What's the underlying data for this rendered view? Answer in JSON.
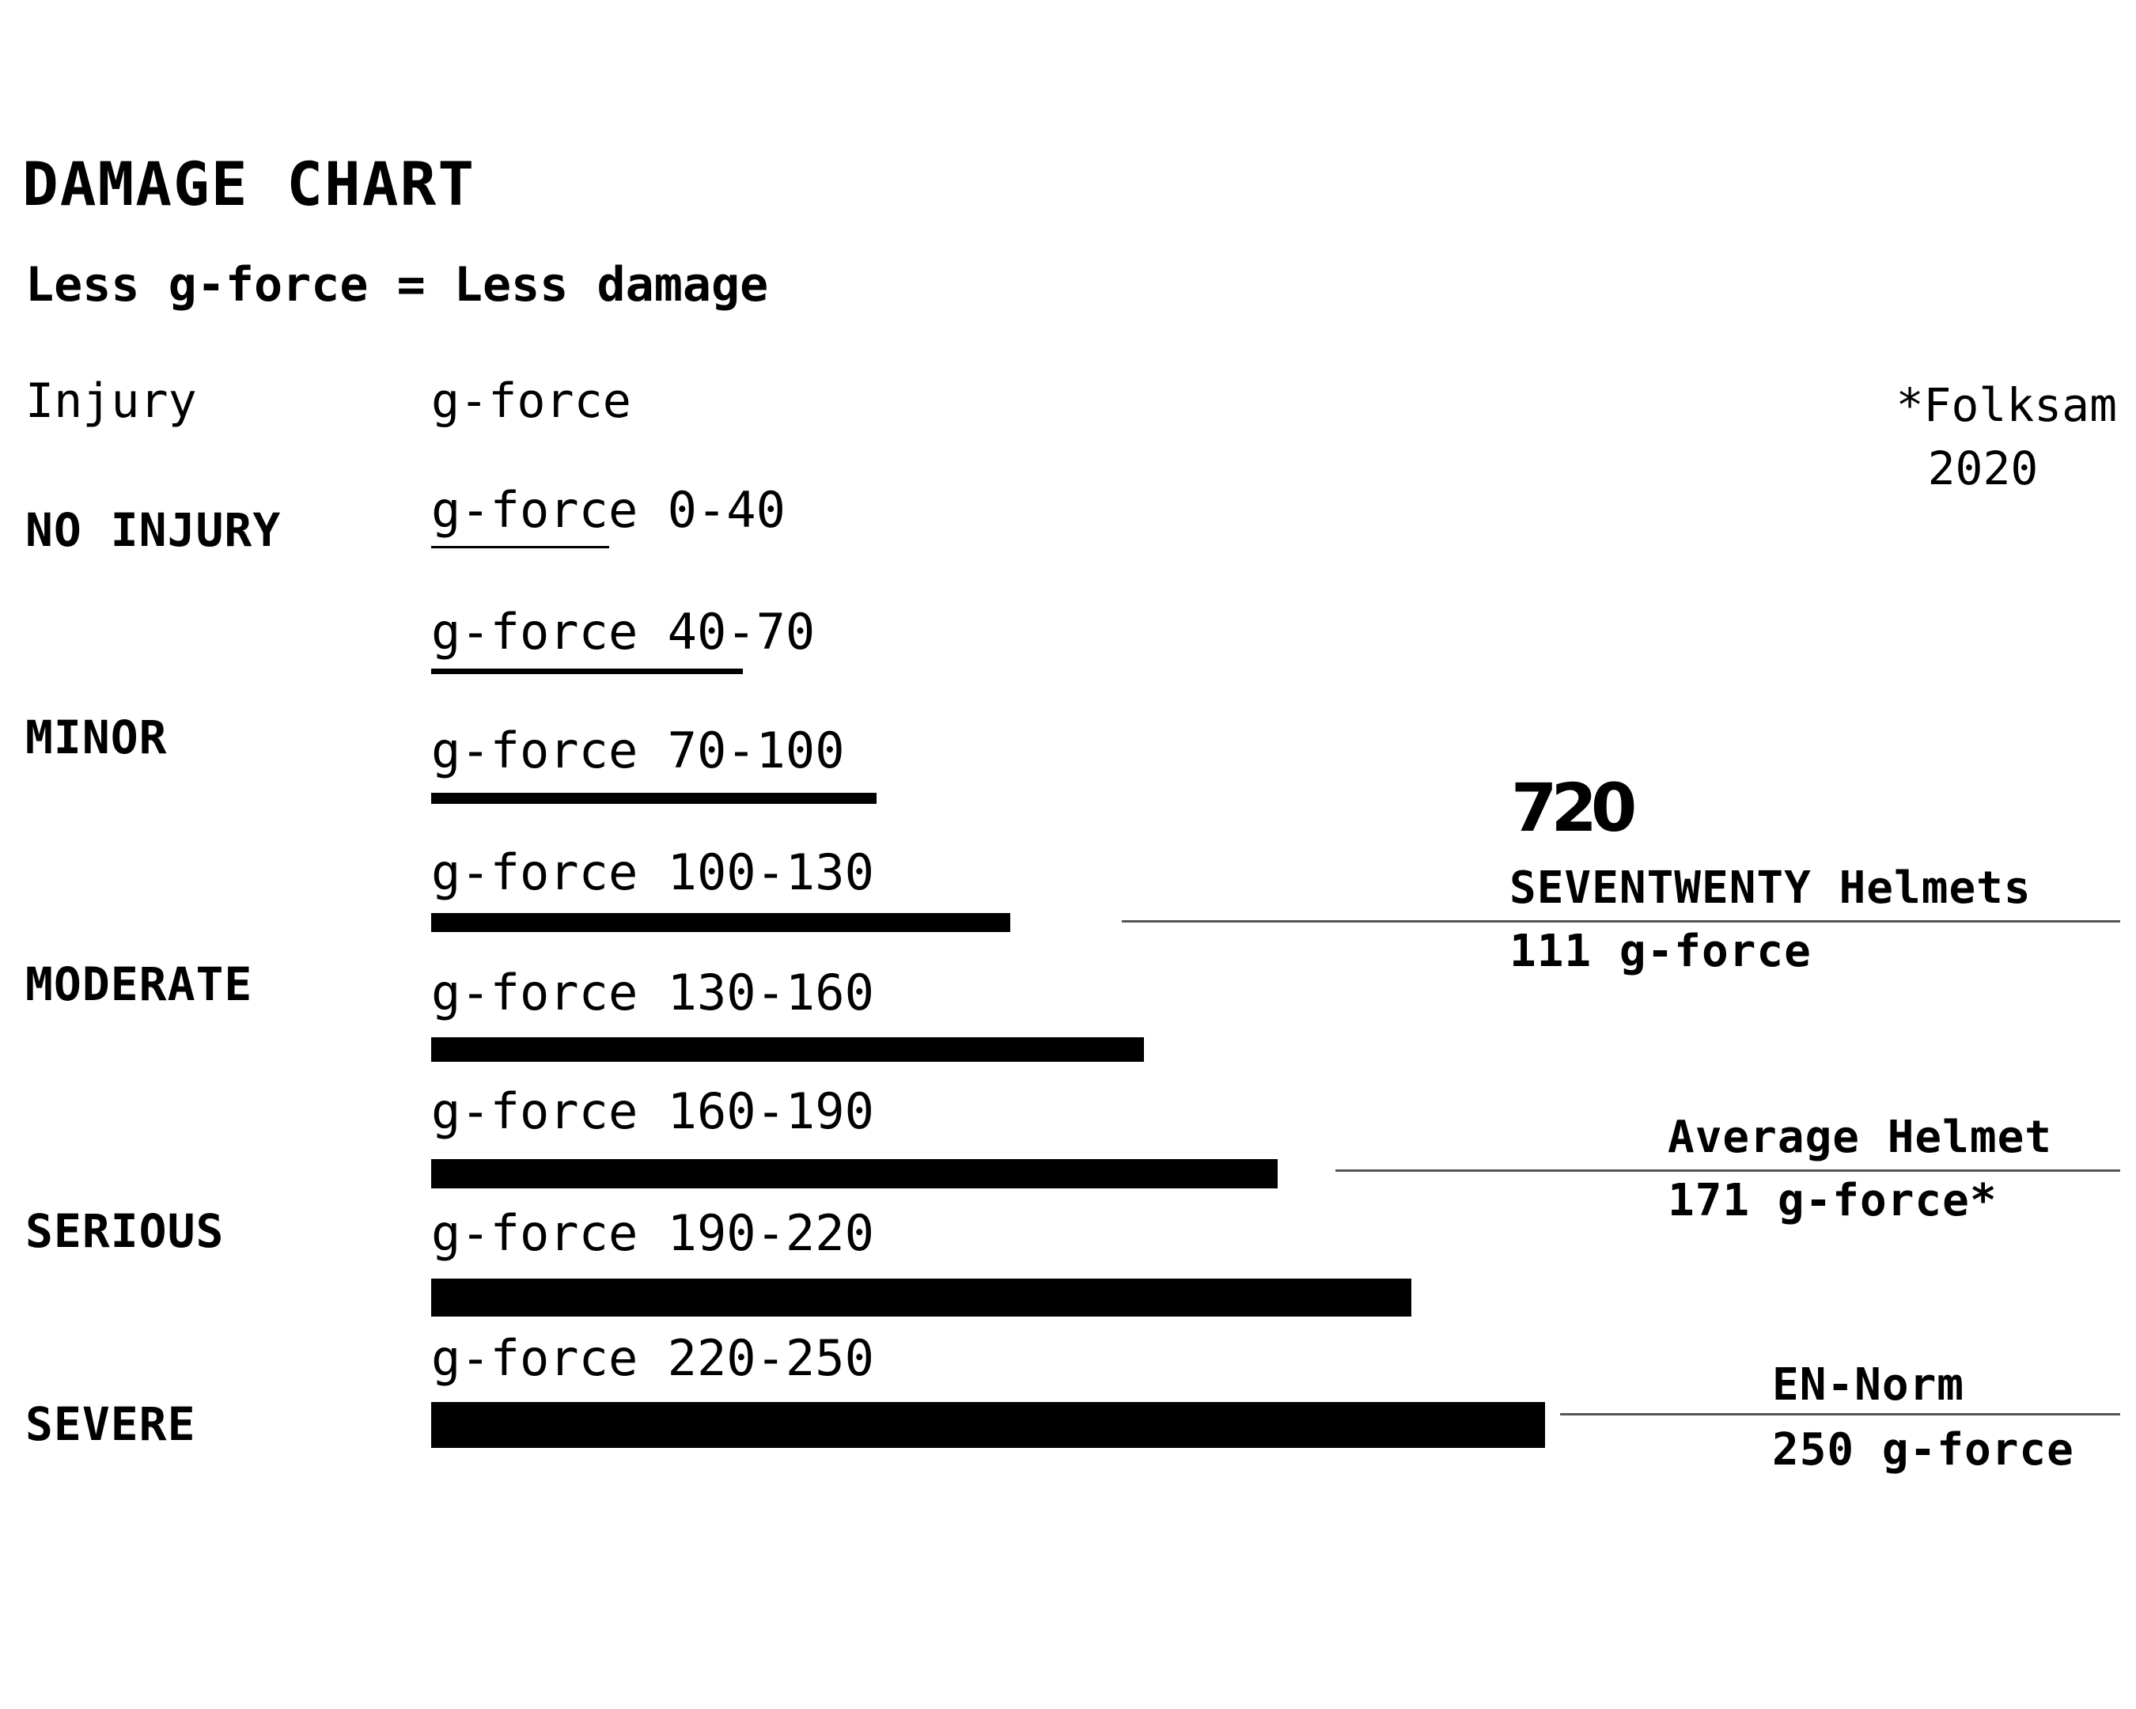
{
  "header": {
    "title": "DAMAGE CHART",
    "subtitle": "Less g-force = Less damage"
  },
  "columns": {
    "injury": "Injury",
    "gforce": "g-force"
  },
  "source": {
    "name": "*Folksam",
    "year": "2020"
  },
  "injury_levels": [
    "NO INJURY",
    "MINOR",
    "MODERATE",
    "SERIOUS",
    "SEVERE"
  ],
  "chart_data": {
    "type": "bar",
    "orientation": "horizontal",
    "title": "DAMAGE CHART",
    "subtitle": "Less g-force = Less damage",
    "categories": [
      "g-force 0-40",
      "g-force 40-70",
      "g-force 70-100",
      "g-force 100-130",
      "g-force 130-160",
      "g-force 160-190",
      "g-force 190-220",
      "g-force 220-250"
    ],
    "values": [
      40,
      70,
      100,
      130,
      160,
      190,
      220,
      250
    ],
    "bar_thickness_relative": [
      1,
      2,
      4,
      7,
      9,
      11,
      14,
      17
    ],
    "xlim": [
      0,
      250
    ],
    "grid": false,
    "annotations": [
      {
        "logo": "720",
        "label": "SEVENTWENTY Helmets",
        "value_text": "111 g-force",
        "value": 111
      },
      {
        "label": "Average Helmet",
        "value_text": "171 g-force*",
        "value": 171
      },
      {
        "label": "EN-Norm",
        "value_text": "250 g-force",
        "value": 250
      }
    ]
  }
}
